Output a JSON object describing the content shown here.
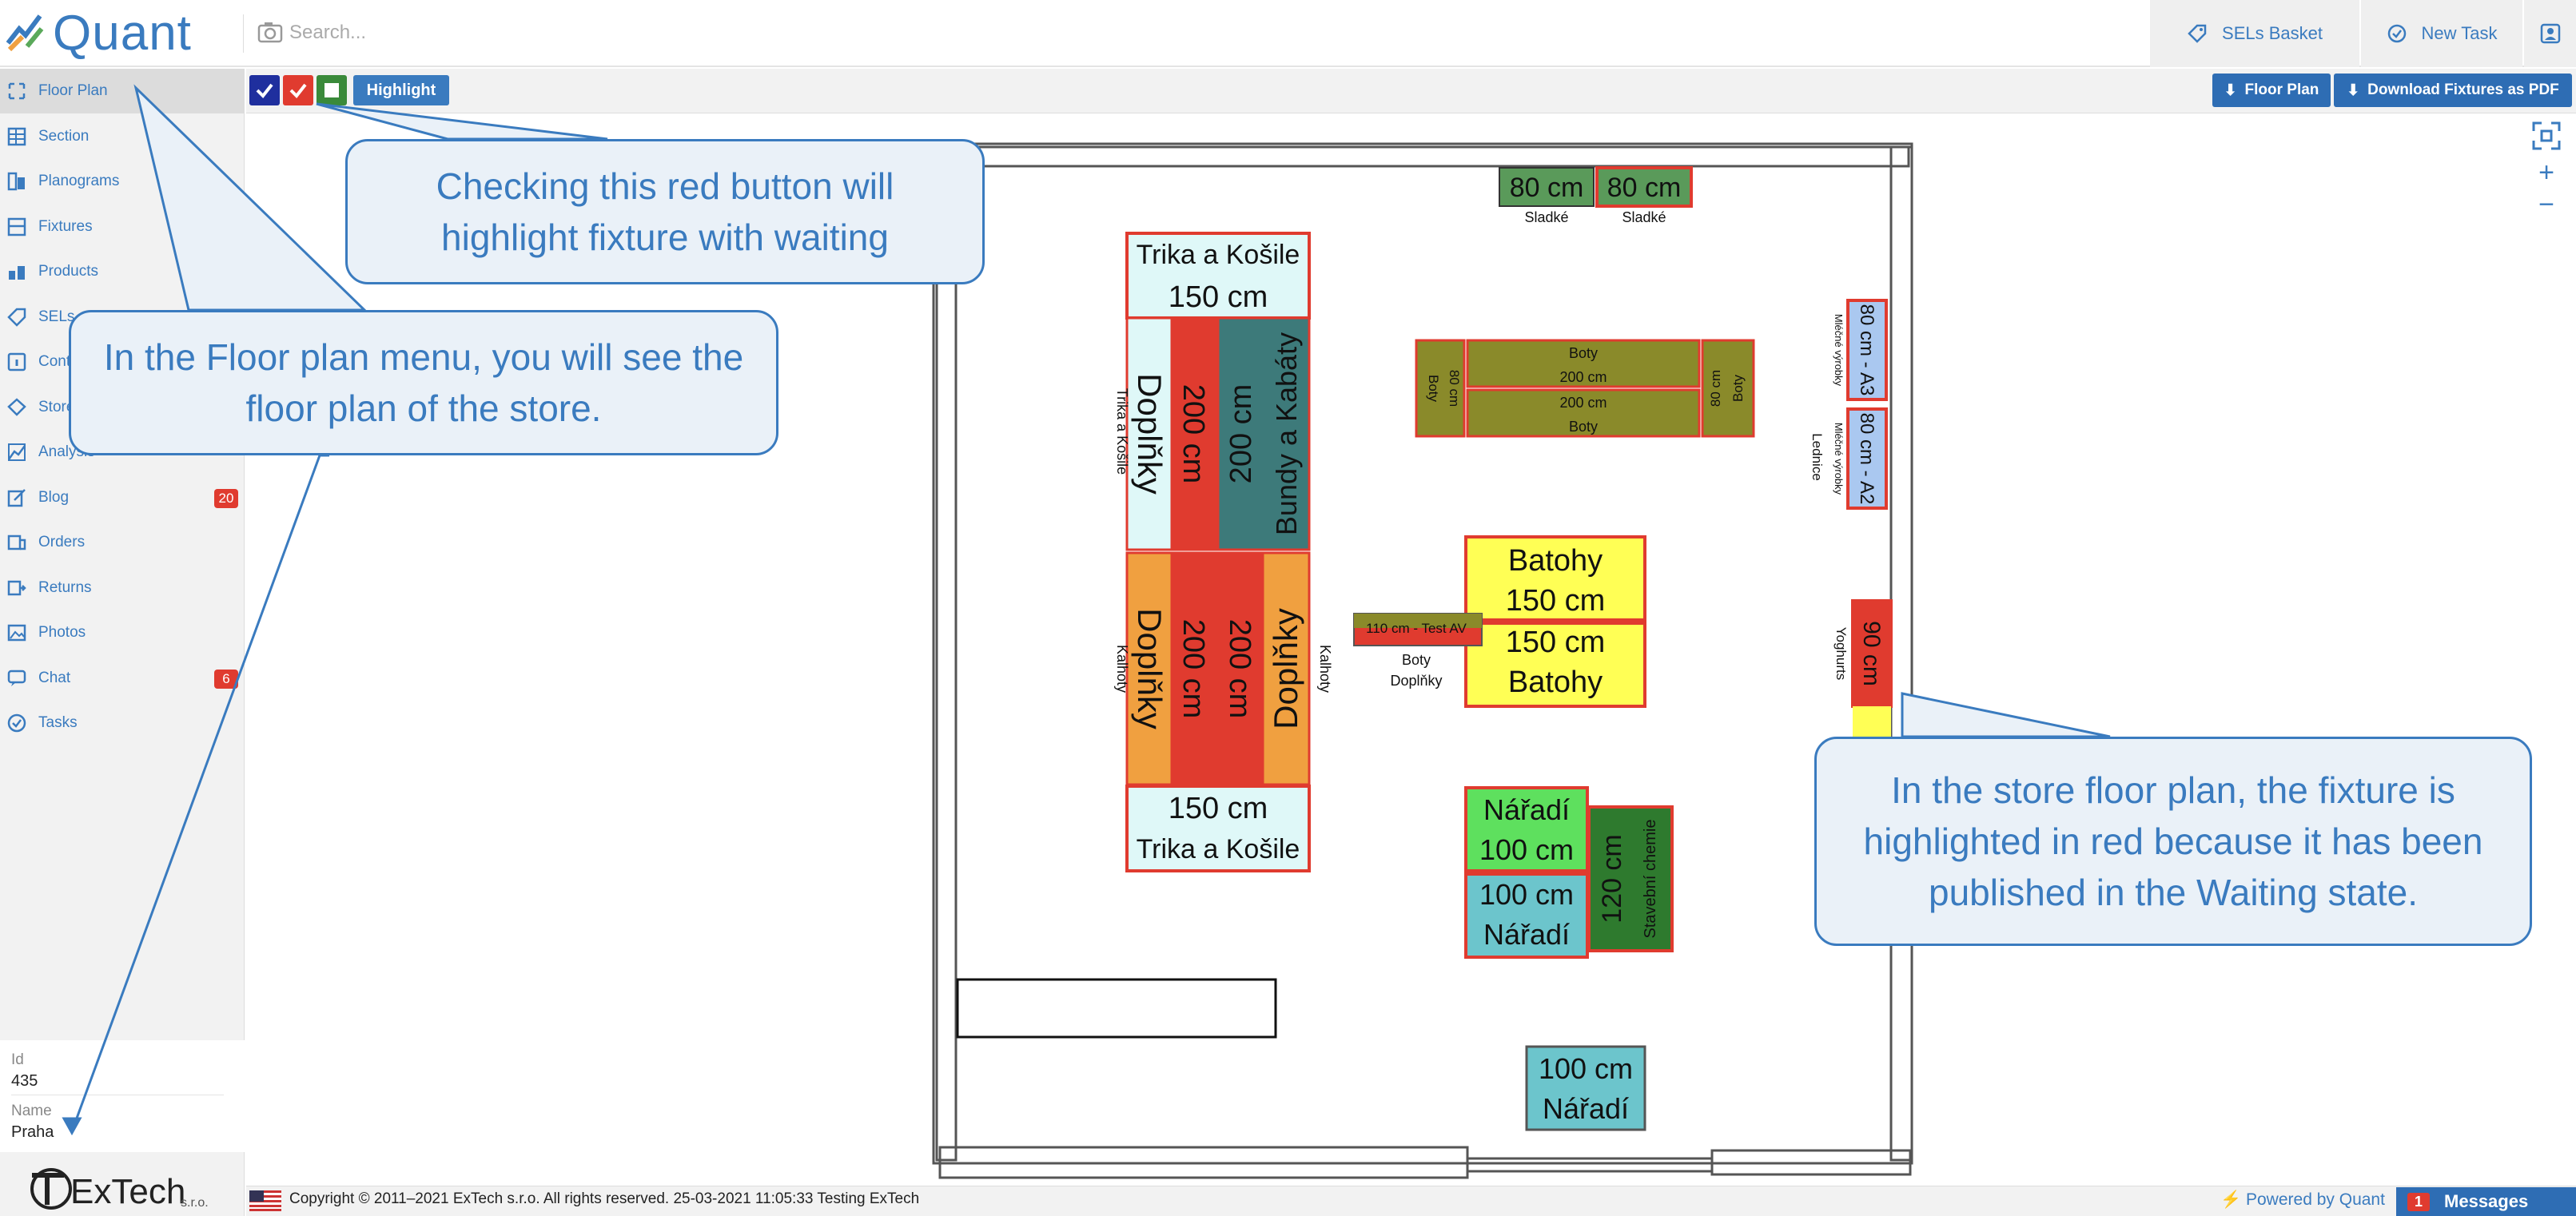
{
  "app": {
    "name": "Quant"
  },
  "header": {
    "search_placeholder": "Search...",
    "sels_basket": "SELs Basket",
    "new_task": "New Task"
  },
  "sidebar": {
    "items": [
      {
        "label": "Floor Plan",
        "icon": "floor-plan-icon",
        "badge": ""
      },
      {
        "label": "Section",
        "icon": "section-icon",
        "badge": ""
      },
      {
        "label": "Planograms",
        "icon": "planograms-icon",
        "badge": ""
      },
      {
        "label": "Fixtures",
        "icon": "fixtures-icon",
        "badge": ""
      },
      {
        "label": "Products",
        "icon": "products-icon",
        "badge": ""
      },
      {
        "label": "SELs",
        "icon": "sels-icon",
        "badge": ""
      },
      {
        "label": "Cont",
        "icon": "contacts-icon",
        "badge": ""
      },
      {
        "label": "Store",
        "icon": "store-icon",
        "badge": ""
      },
      {
        "label": "Analysis",
        "icon": "analysis-icon",
        "badge": ""
      },
      {
        "label": "Blog",
        "icon": "blog-icon",
        "badge": "20"
      },
      {
        "label": "Orders",
        "icon": "orders-icon",
        "badge": ""
      },
      {
        "label": "Returns",
        "icon": "returns-icon",
        "badge": ""
      },
      {
        "label": "Photos",
        "icon": "photos-icon",
        "badge": ""
      },
      {
        "label": "Chat",
        "icon": "chat-icon",
        "badge": "6"
      },
      {
        "label": "Tasks",
        "icon": "tasks-icon",
        "badge": ""
      }
    ],
    "info": {
      "id_label": "Id",
      "id_value": "435",
      "name_label": "Name",
      "name_value": "Praha"
    },
    "company_logo": "ExTech s.r.o."
  },
  "toolbar": {
    "highlight": "Highlight",
    "floor_plan": "Floor Plan",
    "download": "Download Fixtures as PDF"
  },
  "zoom": {
    "plus": "+",
    "minus": "−"
  },
  "fixtures": {
    "trika_top_name": "Trika a Košile",
    "trika_top_size": "150 cm",
    "doplnky_v1": "Doplňky",
    "size_200_a": "200 cm",
    "size_200_b": "200 cm",
    "bundy": "Bundy a Kabáty",
    "trika_side": "Trika a Košile",
    "kalhoty_left": "Kalhoty",
    "kalhoty_right": "Kalhoty",
    "doplnky_v2": "Doplňky",
    "size_200_c": "200 cm",
    "size_200_d": "200 cm",
    "doplnky_v3": "Doplňky",
    "trika_bot_size": "150 cm",
    "trika_bot_name": "Trika a Košile",
    "sladke_size_1": "80 cm",
    "sladke_size_2": "80 cm",
    "sladke_1": "Sladké",
    "sladke_2": "Sladké",
    "boty_top": "Boty",
    "boty_200_a": "200 cm",
    "boty_200_b": "200 cm",
    "boty_bottom": "Boty",
    "boty_left_label": "Boty",
    "boty_left_size": "80 cm",
    "boty_right_size": "80 cm",
    "boty_right_label": "Boty",
    "batohy_top": "Batohy",
    "batohy_size_1": "150 cm",
    "batohy_size_2": "150 cm",
    "batohy_bottom": "Batohy",
    "test_fixture": "110 cm - Test AV",
    "boty_small": "Boty",
    "doplnky_small": "Doplňky",
    "naradi_1": "Nářadí",
    "naradi_size_1": "100 cm",
    "naradi_size_2": "100 cm",
    "naradi_2": "Nářadí",
    "stavebni_size": "120 cm",
    "stavebni": "Stavební chemie",
    "naradi_size_3": "100 cm",
    "naradi_3": "Nářadí",
    "mlecne_a3": "80 cm - A3",
    "mlecne_a2": "80 cm - A2",
    "mlecne_label_1": "Mléčné výrobky",
    "mlecne_label_2": "Mléčné výrobky",
    "lednice": "Lednice",
    "yoghurts": "Yoghurts",
    "yoghurts_size": "90 cm"
  },
  "callouts": {
    "red_button": "Checking this red button will highlight fixture with waiting",
    "floor_plan": "In the Floor plan menu, you will see the floor plan of the store.",
    "store_plan": "In the store floor plan, the fixture is highlighted in red because it has been published in the Waiting state."
  },
  "footer": {
    "copyright": "Copyright © 2011–2021 ExTech s.r.o. All rights reserved. 25-03-2021 11:05:33  Testing ExTech",
    "powered": "Powered by Quant",
    "messages_count": "1",
    "messages": "Messages"
  },
  "colors": {
    "accent": "#3a7bbf",
    "red": "#e03b2f",
    "teal": "#3d7a7a",
    "orange": "#f0a040",
    "olive": "#8a8a2a",
    "yellow": "#ffff55",
    "green": "#5ee05e",
    "dark_green": "#2e7a2e",
    "sky": "#6cc5cc",
    "light_blue": "#aac8f0",
    "pale_cyan": "#dff8f8"
  }
}
